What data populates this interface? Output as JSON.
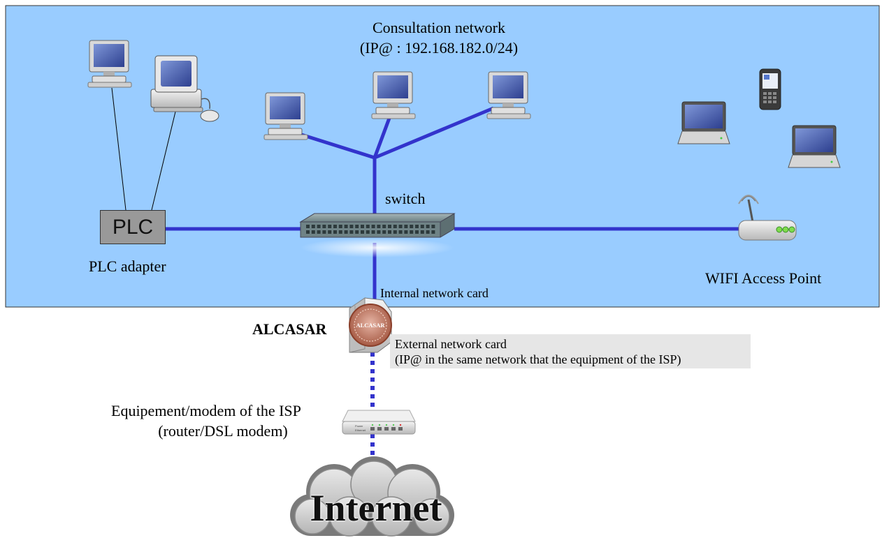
{
  "network": {
    "title_line1": "Consultation network",
    "title_line2": "(IP@ : 192.168.182.0/24)"
  },
  "switch": {
    "label": "switch"
  },
  "plc": {
    "box_label": "PLC",
    "caption": "PLC adapter"
  },
  "wifi": {
    "label": "WIFI Access Point"
  },
  "alcasar": {
    "label": "ALCASAR",
    "badge_text": "ALCASAR",
    "internal_card": "Internal network card",
    "external_card_line1": "External network card",
    "external_card_line2": "(IP@ in the same network that the equipment of the ISP)"
  },
  "isp": {
    "label_line1": "Equipement/modem of the ISP",
    "label_line2": "(router/DSL modem)",
    "led_labels": [
      "Power",
      "Ethernet"
    ]
  },
  "internet": {
    "label": "Internet"
  },
  "colors": {
    "network_area": "#99ccff",
    "link": "#3333cc",
    "plc_box": "#999999",
    "external_box": "#e6e6e6"
  },
  "icons": [
    "desktop-computer-icon",
    "workstation-icon",
    "laptop-icon",
    "mobile-phone-icon",
    "network-switch-icon",
    "wifi-router-icon",
    "alcasar-server-icon",
    "dsl-modem-icon",
    "internet-cloud-icon"
  ]
}
